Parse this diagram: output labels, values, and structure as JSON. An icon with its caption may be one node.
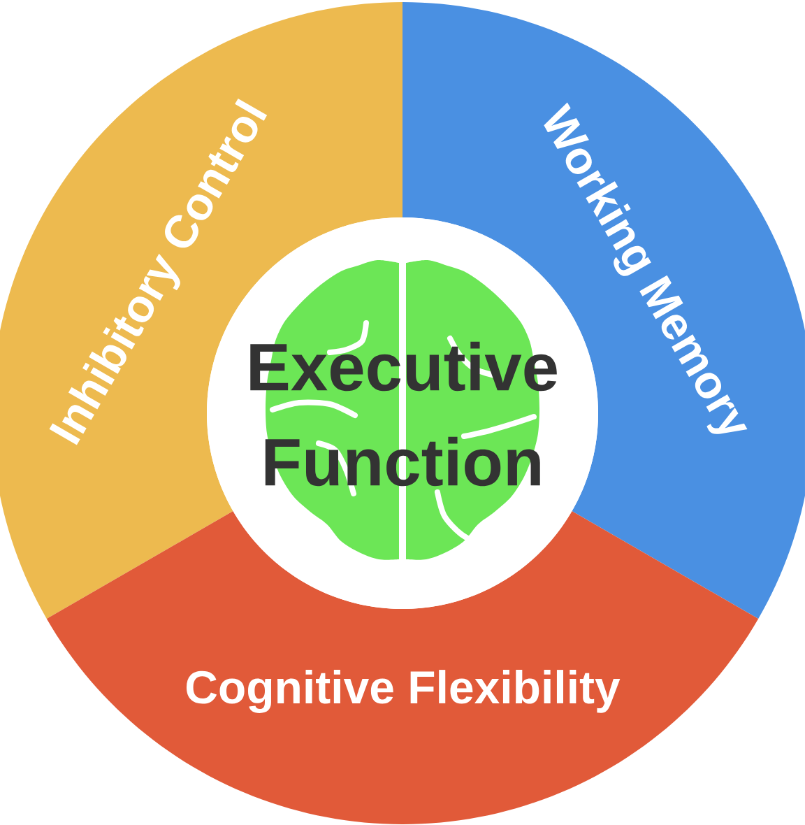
{
  "diagram": {
    "nodes": [
      {
        "text": [
          "Executive Function"
        ]
      },
      {
        "text": [
          "Inhibitory Control"
        ]
      },
      {
        "text": [
          "Working Memory"
        ]
      },
      {
        "text": [
          "Cognitive Flexibility"
        ]
      }
    ]
  }
}
